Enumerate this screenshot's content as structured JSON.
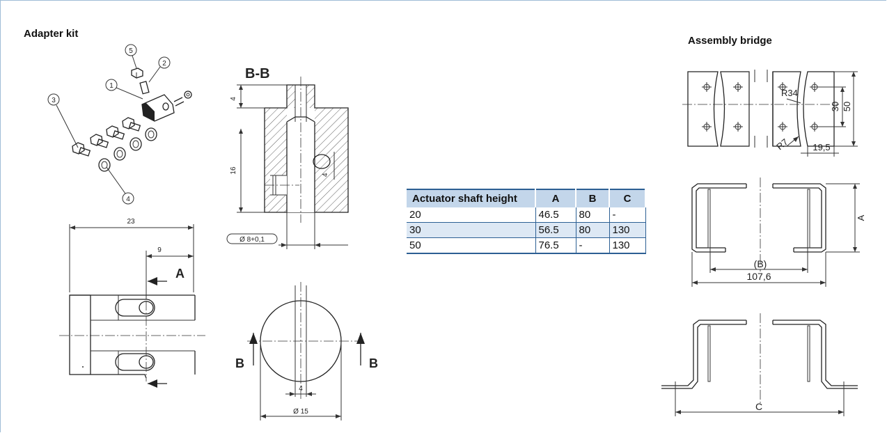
{
  "headings": {
    "adapter_kit": "Adapter kit",
    "assembly_bridge": "Assembly bridge"
  },
  "explode": {
    "callouts": [
      "1",
      "2",
      "3",
      "4",
      "5"
    ]
  },
  "front_view": {
    "dim_width": "23",
    "dim_offset": "9",
    "section_marker": "A"
  },
  "section_bb": {
    "title": "B-B",
    "dim_top": "4",
    "dim_height": "16",
    "dim_hole": "4",
    "dim_bore": "Ø 8+0,1"
  },
  "round_view": {
    "marker_left": "B",
    "marker_right": "B",
    "dim_slot": "4",
    "dim_diameter": "Ø 15"
  },
  "table": {
    "headers": [
      "Actuator shaft height",
      "A",
      "B",
      "C"
    ],
    "rows": [
      [
        "20",
        "46.5",
        "80",
        "-"
      ],
      [
        "30",
        "56.5",
        "80",
        "130"
      ],
      [
        "50",
        "76.5",
        "-",
        "130"
      ]
    ]
  },
  "bridge_top": {
    "radius_1": "R34",
    "radius_2": "R7",
    "dim_30": "30",
    "dim_50": "50",
    "dim_19_5": "19,5"
  },
  "bridge_mid": {
    "dim_a": "A",
    "dim_b": "(B)",
    "dim_width": "107,6"
  },
  "bridge_bottom": {
    "dim_c": "C"
  },
  "colors": {
    "header_bg": "#c3d6ea",
    "row_alt": "#dde8f4",
    "rule": "#2c5f93",
    "frame": "#9fbcd6"
  }
}
